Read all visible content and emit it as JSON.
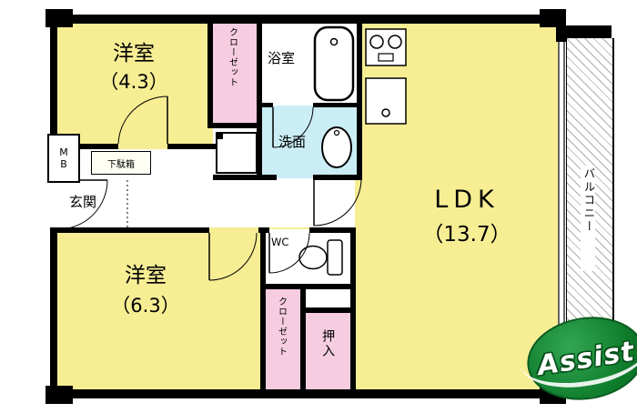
{
  "floorplan": {
    "western_room_top": {
      "name": "洋室",
      "size": "（4.3）"
    },
    "western_room_bottom": {
      "name": "洋室",
      "size": "（6.3）"
    },
    "ldk": {
      "name": "LDK",
      "size": "（13.7）"
    },
    "closet_top": {
      "name": "クローゼット"
    },
    "closet_bottom": {
      "name": "クローゼット"
    },
    "oshiire": {
      "name": "押入"
    },
    "bathroom": {
      "name": "浴室"
    },
    "washroom": {
      "name": "洗面"
    },
    "toilet": {
      "name": "WC"
    },
    "entrance": {
      "name": "玄関"
    },
    "shoe_cabinet": {
      "name": "下駄箱"
    },
    "meter_box": {
      "name": "MB"
    },
    "balcony": {
      "name": "バルコニー"
    }
  },
  "colors": {
    "room_yellow": "#F7EE94",
    "closet_pink": "#F6CCE0",
    "wet_cyan": "#CBEDF5",
    "wall_black": "#000000",
    "logo_green": "#0E7C2B"
  },
  "watermark": {
    "text": "Assist"
  }
}
